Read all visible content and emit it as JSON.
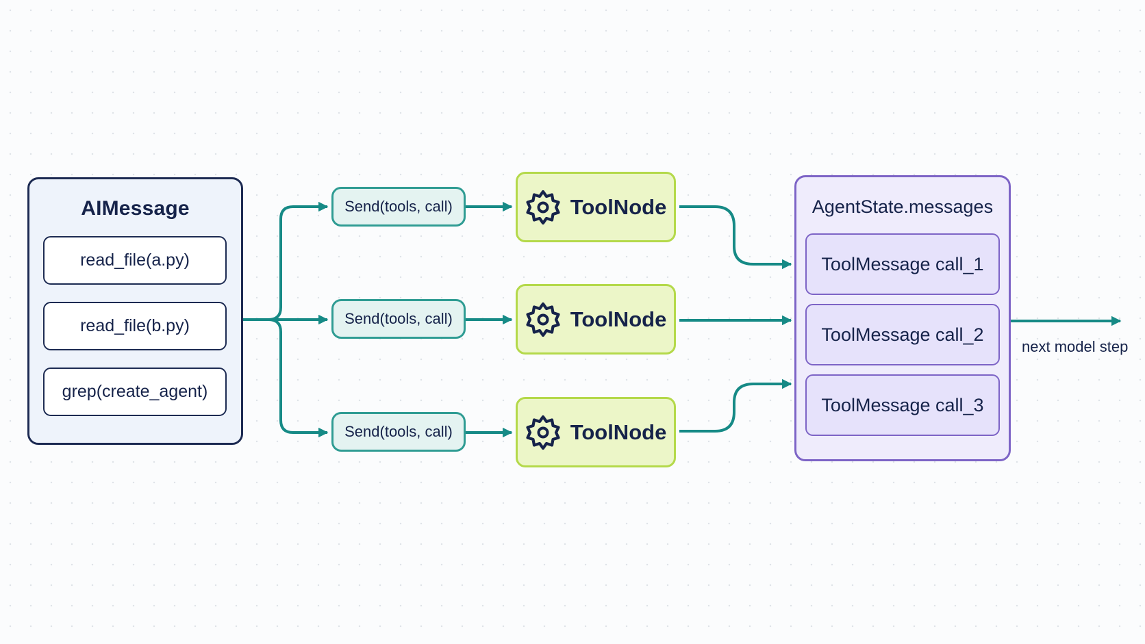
{
  "ai_message": {
    "title": "AIMessage",
    "calls": [
      "read_file(a.py)",
      "read_file(b.py)",
      "grep(create_agent)"
    ]
  },
  "sends": [
    "Send(tools, call)",
    "Send(tools, call)",
    "Send(tools, call)"
  ],
  "tool_nodes": [
    {
      "label": "ToolNode",
      "icon": "gear-icon"
    },
    {
      "label": "ToolNode",
      "icon": "gear-icon"
    },
    {
      "label": "ToolNode",
      "icon": "gear-icon"
    }
  ],
  "agent_state": {
    "title": "AgentState.messages",
    "messages": [
      "ToolMessage call_1",
      "ToolMessage call_2",
      "ToolMessage call_3"
    ]
  },
  "next_step_label": "next model step",
  "colors": {
    "arrow": "#168a86",
    "ai_border": "#1c2a52",
    "send_border": "#2f9c93",
    "tool_border": "#b4d94a",
    "state_border": "#7d64c6"
  }
}
